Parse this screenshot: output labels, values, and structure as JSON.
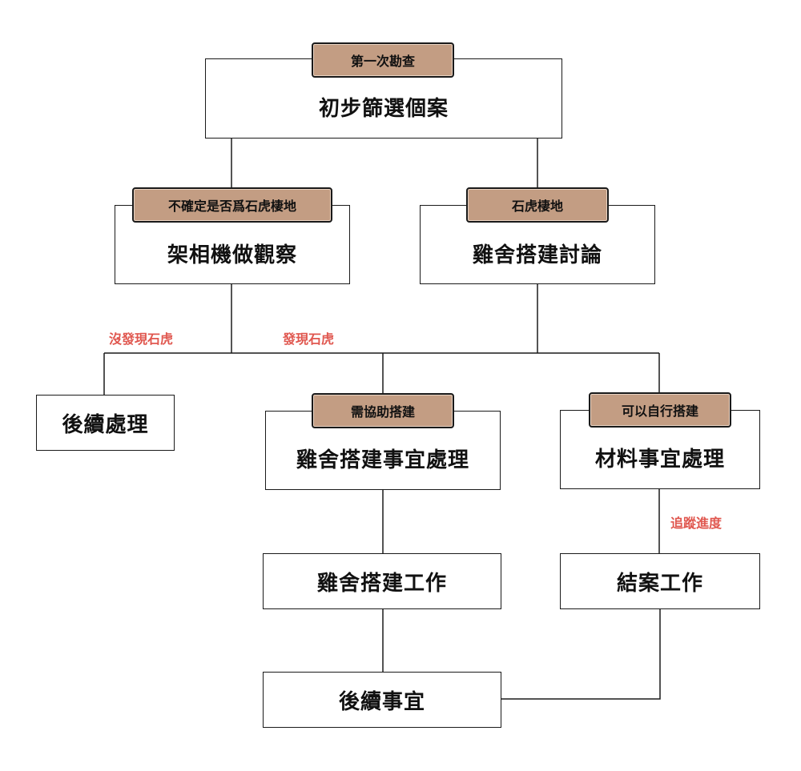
{
  "nodes": {
    "screening": {
      "tag": "第一次勘查",
      "text": "初步篩選個案"
    },
    "camera": {
      "tag": "不確定是否爲石虎棲地",
      "text": "架相機做觀察"
    },
    "coop_discuss": {
      "tag": "石虎棲地",
      "text": "雞舍搭建討論"
    },
    "followup_handle": {
      "text": "後續處理"
    },
    "coop_matters": {
      "tag": "需協助搭建",
      "text": "雞舍搭建事宜處理"
    },
    "material_matters": {
      "tag": "可以自行搭建",
      "text": "材料事宜處理"
    },
    "coop_work": {
      "text": "雞舍搭建工作"
    },
    "closing_work": {
      "text": "結案工作"
    },
    "followup_matters": {
      "text": "後續事宜"
    }
  },
  "edge_labels": {
    "no_leopard": "沒發現石虎",
    "found_leopard": "發現石虎",
    "track_progress": "追蹤進度"
  },
  "colors": {
    "tag_fill": "#c39d83",
    "edge_label": "#e0574f",
    "line": "#1a1a1a"
  }
}
